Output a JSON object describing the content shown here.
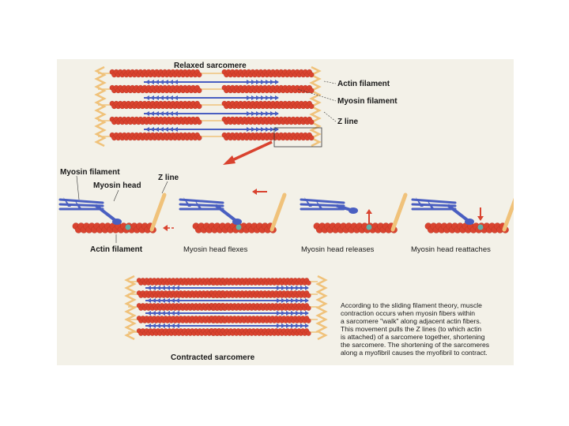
{
  "relaxed": {
    "title": "Relaxed sarcomere",
    "labels": {
      "actin": "Actin filament",
      "myosin": "Myosin filament",
      "zline": "Z line"
    }
  },
  "detail": {
    "labels": {
      "myosin_filament": "Myosin filament",
      "myosin_head": "Myosin head",
      "zline": "Z line",
      "actin": "Actin filament"
    },
    "steps": [
      "Myosin head flexes",
      "Myosin head releases",
      "Myosin head reattaches"
    ]
  },
  "contracted": {
    "title": "Contracted sarcomere"
  },
  "description": [
    "According to the sliding filament theory, muscle",
    "contraction occurs when myosin fibers within",
    "a sarcomere \"walk\" along adjacent actin fibers.",
    "This movement pulls the Z lines (to which actin",
    "is attached) of a sarcomere together, shortening",
    "the sarcomere. The shortening of the sarcomeres",
    "along a myofibril causes the myofibril to contract."
  ],
  "colors": {
    "actin": "#d9432f",
    "myosin": "#4a5fc1",
    "zline": "#f0c27a",
    "arrow": "#d9432f",
    "binding_site": "#5fb0a8",
    "panel": "#f3f1e8"
  }
}
